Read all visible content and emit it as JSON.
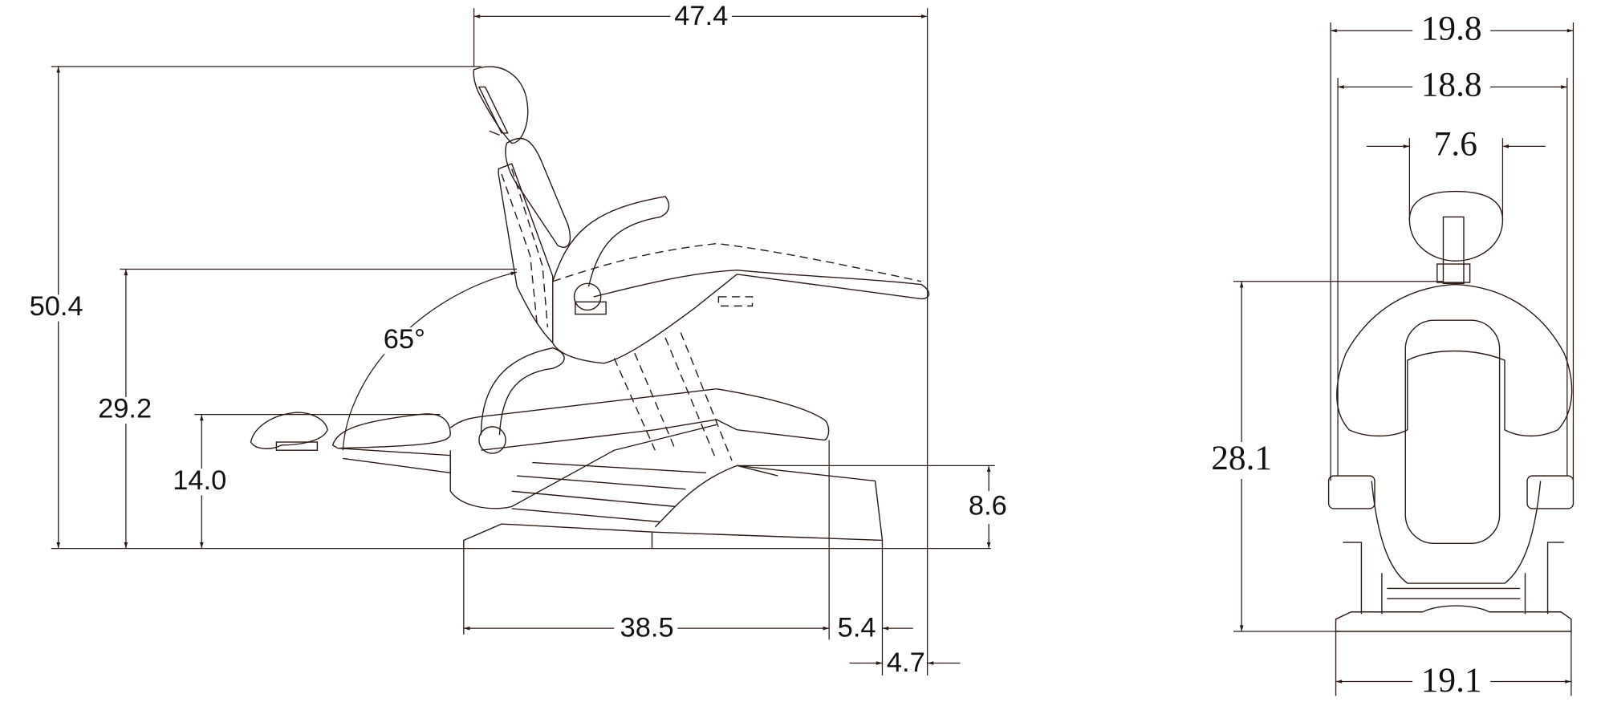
{
  "side_view": {
    "overall_length": "47.4",
    "overall_height": "50.4",
    "seat_height_upright": "29.2",
    "legrest_height": "14.0",
    "recline_angle": "65°",
    "base_height": "8.6",
    "base_to_seat_front": "38.5",
    "seat_overhang": "5.4",
    "back_overhang": "4.7"
  },
  "front_view": {
    "overall_width": "19.8",
    "arm_width": "18.8",
    "headrest_width": "7.6",
    "back_height": "28.1",
    "base_width": "19.1"
  }
}
